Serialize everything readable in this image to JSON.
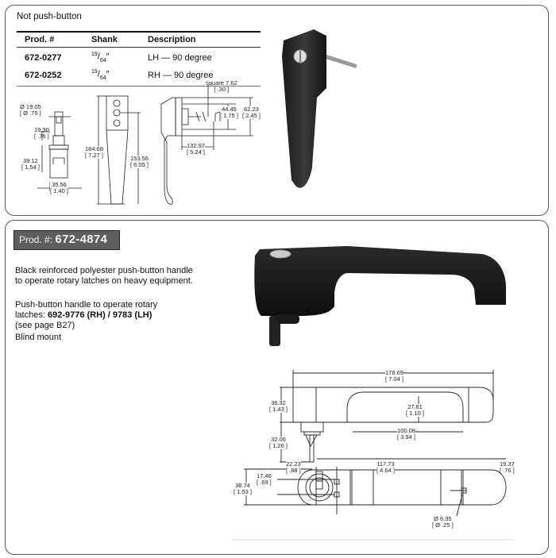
{
  "top_section": {
    "title": "Not push-button",
    "table": {
      "headers": [
        "Prod. #",
        "Shank",
        "Description"
      ],
      "rows": [
        {
          "prod": "672-0277",
          "shank_num": "19",
          "shank_den": "64",
          "shank_unit": "″",
          "description": "LH — 90 degree"
        },
        {
          "prod": "672-0252",
          "shank_num": "19",
          "shank_den": "64",
          "shank_unit": "″",
          "description": "RH — 90 degree"
        }
      ]
    },
    "drawing_dimensions": {
      "diameter": {
        "mm": "Ø 19.05",
        "in": "[ Ø .75 ]"
      },
      "d1930": {
        "mm": "19.30",
        "in": "[ .76 ]"
      },
      "d3912": {
        "mm": "39.12",
        "in": "[ 1.54 ]"
      },
      "d3556": {
        "mm": "35.56",
        "in": "[ 1.40 ]"
      },
      "d18468": {
        "mm": "184.68",
        "in": "[ 7.27 ]"
      },
      "d15356": {
        "mm": "153.56",
        "in": "[ 6.05 ]"
      },
      "square": {
        "mm": "square 7.62",
        "in": "[ .30 ]"
      },
      "d4445": {
        "mm": "44.45",
        "in": "[ 1.75 ]"
      },
      "d6223": {
        "mm": "62.23",
        "in": "[ 2.45 ]"
      },
      "d13297": {
        "mm": "132.97",
        "in": "[ 5.24 ]"
      }
    },
    "photo": "black-vertical-handle-photo"
  },
  "bottom_section": {
    "badge": {
      "label": "Prod. #:",
      "number": "672-4874"
    },
    "description": [
      "Black reinforced polyester push-button handle",
      "to operate rotary latches on heavy equipment."
    ],
    "notes": {
      "line1": "Push-button handle to operate rotary",
      "line2_prefix": "latches: ",
      "line2_bold": "692-9776 (RH)  / 9783 (LH)",
      "line3": "(see page B27)",
      "line4": "Blind mount"
    },
    "photo": "black-horizontal-pushbutton-handle-photo",
    "drawing_dimensions": {
      "overall_length": {
        "mm": "178.69",
        "in": "[ 7.04 ]"
      },
      "height": {
        "mm": "36.32",
        "in": "[ 1.43 ]"
      },
      "grip_depth": {
        "mm": "27.81",
        "in": "[ 1.10 ]"
      },
      "grip_length": {
        "mm": "100.08",
        "in": "[ 3.94 ]"
      },
      "shaft": {
        "mm": "32.00",
        "in": "[ 1.26 ]"
      },
      "d2223": {
        "mm": "22.23",
        "in": "[ .88 ]"
      },
      "d11773": {
        "mm": "117.73",
        "in": "[ 4.64 ]"
      },
      "d1937": {
        "mm": "19.37",
        "in": "[ .76 ]"
      },
      "width": {
        "mm": "38.74",
        "in": "[ 1.53 ]"
      },
      "d1746": {
        "mm": "17.46",
        "in": "[ .69 ]"
      },
      "hole": {
        "mm": "Ø 6.35",
        "in": "[ Ø .25 ]"
      }
    }
  }
}
